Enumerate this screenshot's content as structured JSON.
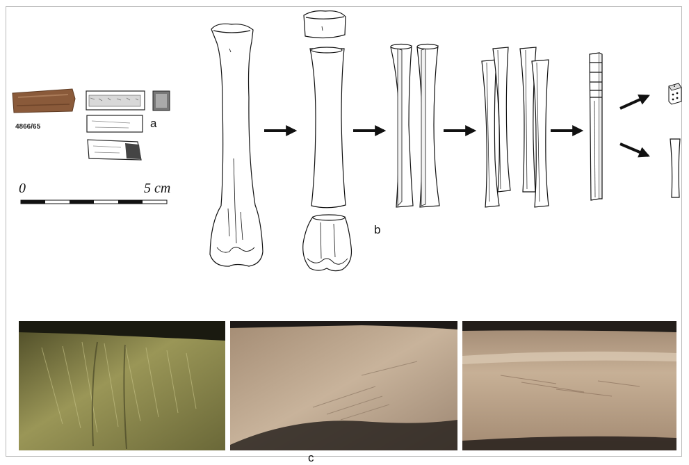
{
  "labels": {
    "a": "a",
    "b": "b",
    "c": "c"
  },
  "specimen_number": "4866/65",
  "scale": {
    "start": "0",
    "end": "5 cm"
  },
  "colors": {
    "ink": "#111111",
    "frame": "#b8b8b8",
    "bone_photo": "#8a5a3a",
    "photo1": "#7d7a45",
    "photo2": "#b4a08a",
    "photo3": "#b29a82"
  },
  "icons": [
    "right-arrow-icon",
    "die-icon"
  ]
}
